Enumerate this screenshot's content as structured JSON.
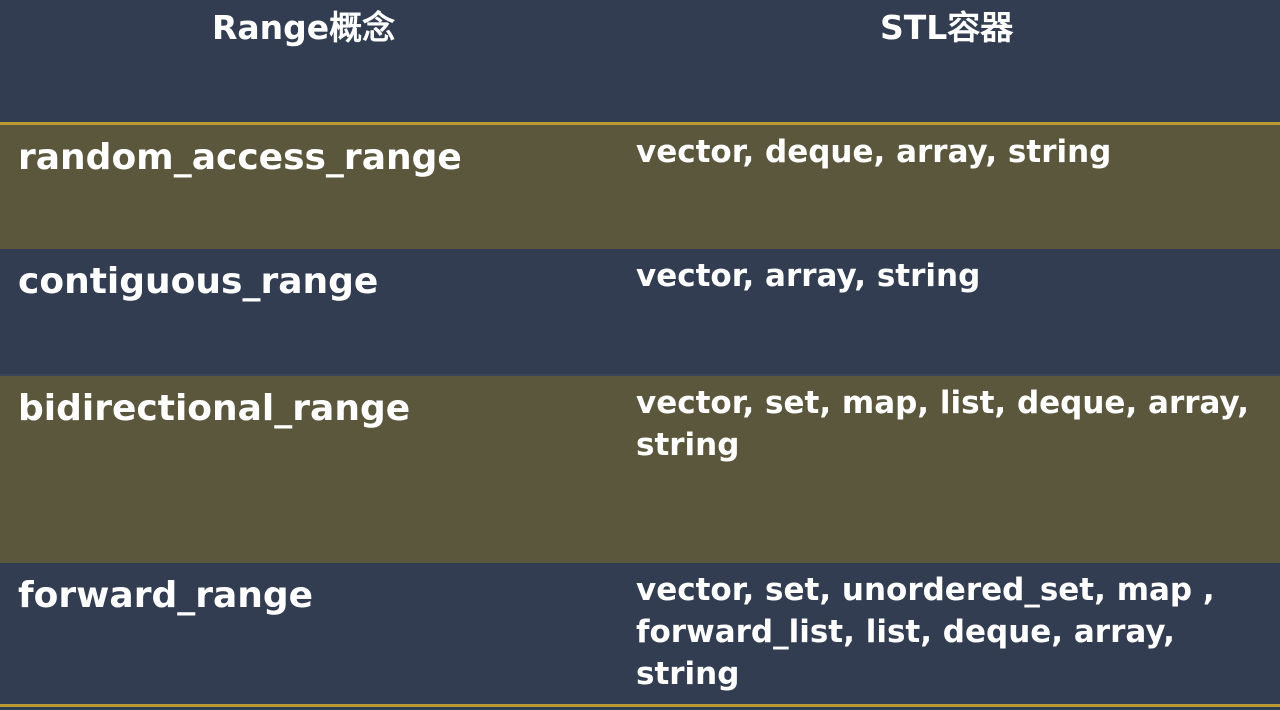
{
  "header": {
    "col_concept": "Range概念",
    "col_containers": "STL容器"
  },
  "rows": [
    {
      "concept": "random_access_range",
      "containers": "vector, deque, array, string"
    },
    {
      "concept": "contiguous_range",
      "containers": "vector, array, string"
    },
    {
      "concept": "bidirectional_range",
      "containers": "vector, set, map, list, deque, array, string"
    },
    {
      "concept": "forward_range",
      "containers": "vector, set, unordered_set, map , forward_list, list, deque, array, string"
    }
  ],
  "colors": {
    "navy": "#323d52",
    "olive": "#5b573d",
    "accent_rule": "#b89a30",
    "text": "#ffffff"
  }
}
